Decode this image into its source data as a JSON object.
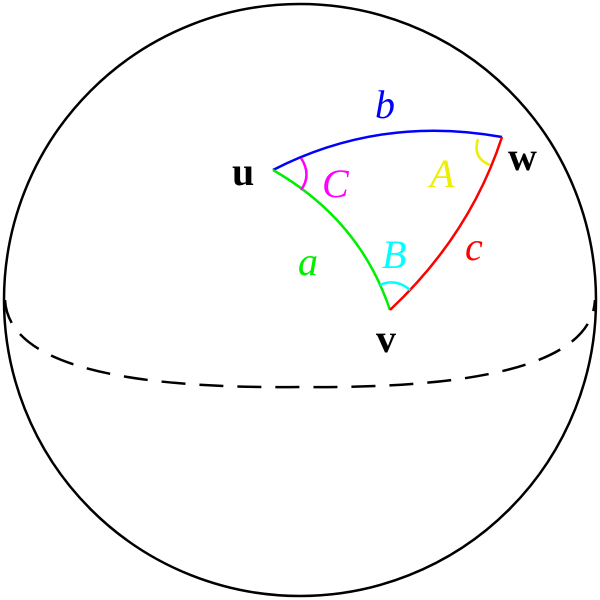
{
  "diagram": {
    "vertices": {
      "u": "u",
      "v": "v",
      "w": "w"
    },
    "sides": {
      "a": "a",
      "b": "b",
      "c": "c"
    },
    "angles": {
      "A": "A",
      "B": "B",
      "C": "C"
    },
    "colors": {
      "a": "#00ee00",
      "b": "#0000ff",
      "c": "#ff0000",
      "A": "#eeee00",
      "B": "#00ffff",
      "C": "#ff00ff",
      "outline": "#000000"
    }
  }
}
